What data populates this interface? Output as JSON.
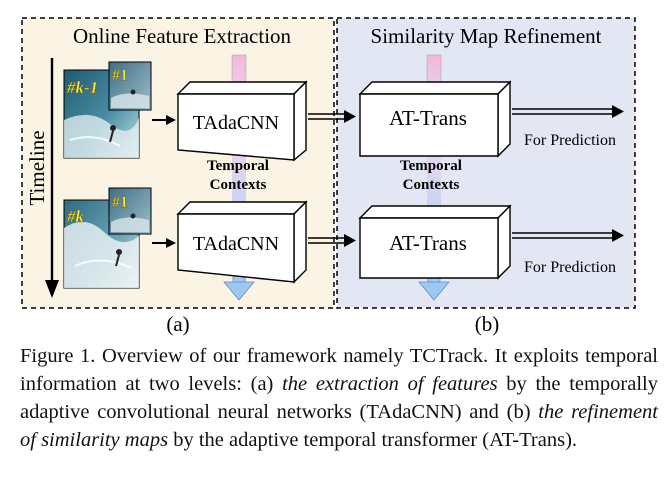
{
  "panels": {
    "left_title": "Online Feature Extraction",
    "right_title": "Similarity Map Refinement",
    "timeline": "Timeline",
    "left_label": "(a)",
    "right_label": "(b)"
  },
  "frames": {
    "prev_label": "#k-1",
    "cur_label": "#k",
    "template_label": "#1"
  },
  "blocks": {
    "tada": "TAdaCNN",
    "attrans": "AT-Trans",
    "temporal_line1": "Temporal",
    "temporal_line2": "Contexts",
    "for_prediction": "For Prediction"
  },
  "caption": {
    "p1": "Figure 1.  Overview of our framework namely TCTrack.  It exploits temporal information at two levels: (a) ",
    "e1": "the extraction of features",
    "p2": " by the temporally adaptive convolutional neural networks (TAdaCNN) and (b) ",
    "e2": "the refinement of similarity maps",
    "p3": " by the adaptive temporal transformer (AT-Trans)."
  },
  "colors": {
    "left_bg": "#fbf3e4",
    "right_bg": "#e3e7f3",
    "frame_label": "#ffe84a",
    "pink": "#f3b6d8",
    "blue_arrow": "#9ec8f0"
  }
}
